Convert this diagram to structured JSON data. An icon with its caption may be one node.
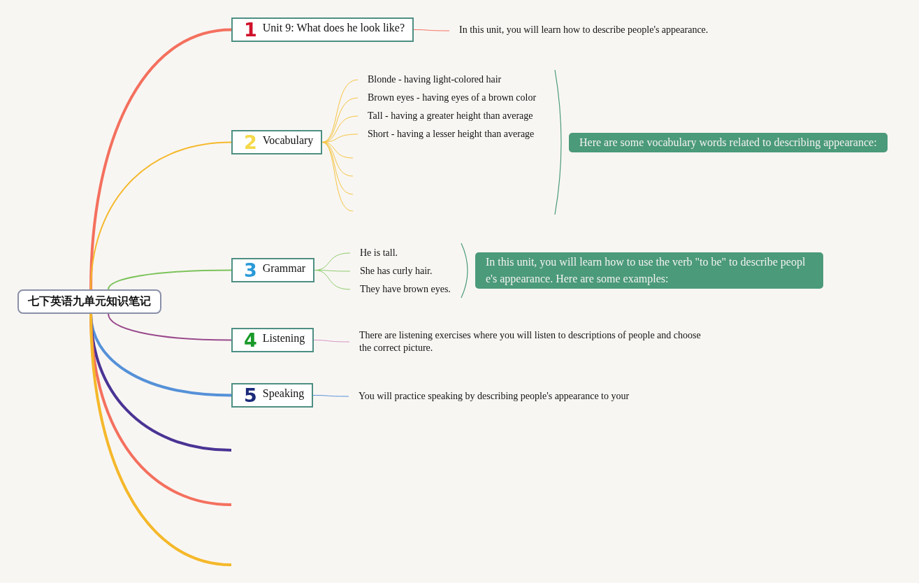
{
  "diagram": {
    "nodes": [
      {
        "text": [
          "七下英语九单元知识笔记"
        ]
      },
      {
        "text": [
          "1",
          "Unit 9: What does he look like?"
        ]
      },
      {
        "text": [
          "In this unit, you will learn how to describe people's appearance."
        ]
      },
      {
        "text": [
          "2",
          "Vocabulary"
        ]
      },
      {
        "text": [
          "Blonde - having light-colored hair"
        ]
      },
      {
        "text": [
          "Brown eyes - having eyes of a brown color"
        ]
      },
      {
        "text": [
          "Tall - having a greater height than average"
        ]
      },
      {
        "text": [
          "Short - having a lesser height than average"
        ]
      },
      {
        "text": [
          "Here are some vocabulary words related to describing appearance:"
        ]
      },
      {
        "text": [
          "3",
          "Grammar"
        ]
      },
      {
        "text": [
          "He is tall."
        ]
      },
      {
        "text": [
          "She has curly hair."
        ]
      },
      {
        "text": [
          "They have brown eyes."
        ]
      },
      {
        "text": [
          "In this unit, you will learn how to use the verb \"to be\" to describe people's appearance. Here are some examples:"
        ]
      },
      {
        "text": [
          "4",
          "Listening"
        ]
      },
      {
        "text": [
          "There are listening exercises where you will listen to descriptions of people and choose the correct picture."
        ]
      },
      {
        "text": [
          "5",
          "Speaking"
        ]
      },
      {
        "text": [
          "You will practice speaking by describing people's appearance to your"
        ]
      }
    ],
    "edges": [
      {
        "from": 0,
        "to": 1,
        "arrow": "none",
        "style": "thick",
        "color": "#f4705e"
      },
      {
        "from": 0,
        "to": 3,
        "arrow": "none",
        "color": "#f5b82a"
      },
      {
        "from": 0,
        "to": 9,
        "arrow": "none",
        "color": "#7cc35a"
      },
      {
        "from": 0,
        "to": 14,
        "arrow": "none",
        "color": "#994a8c"
      },
      {
        "from": 0,
        "to": 16,
        "arrow": "none",
        "style": "thick",
        "color": "#5591d8"
      },
      {
        "from": 0,
        "to": null,
        "arrow": "none",
        "style": "thick",
        "color": "#4a3494"
      },
      {
        "from": 0,
        "to": null,
        "arrow": "none",
        "style": "thick",
        "color": "#f4705e"
      },
      {
        "from": 0,
        "to": null,
        "arrow": "none",
        "style": "thick",
        "color": "#f5b82a"
      },
      {
        "from": 1,
        "to": 2,
        "arrow": "none",
        "color": "#f4705e"
      },
      {
        "from": 3,
        "to": 4,
        "arrow": "none",
        "color": "#f5c440"
      },
      {
        "from": 3,
        "to": 5,
        "arrow": "none",
        "color": "#f5c440"
      },
      {
        "from": 3,
        "to": 6,
        "arrow": "none",
        "color": "#f5c440"
      },
      {
        "from": 3,
        "to": 7,
        "arrow": "none",
        "color": "#f5c440"
      },
      {
        "from": 3,
        "to": null,
        "arrow": "none",
        "color": "#f5c440"
      },
      {
        "from": 3,
        "to": null,
        "arrow": "none",
        "color": "#f5c440"
      },
      {
        "from": 3,
        "to": null,
        "arrow": "none",
        "color": "#f5c440"
      },
      {
        "from": 3,
        "to": null,
        "arrow": "none",
        "color": "#f5c440"
      },
      {
        "from": 9,
        "to": 10,
        "arrow": "none",
        "color": "#8ccc6c"
      },
      {
        "from": 9,
        "to": 11,
        "arrow": "none",
        "color": "#8ccc6c"
      },
      {
        "from": 9,
        "to": 12,
        "arrow": "none",
        "color": "#8ccc6c"
      },
      {
        "from": 14,
        "to": 15,
        "arrow": "none",
        "color": "#d493c5"
      },
      {
        "from": 16,
        "to": 17,
        "arrow": "none",
        "color": "#5591d8"
      }
    ]
  }
}
